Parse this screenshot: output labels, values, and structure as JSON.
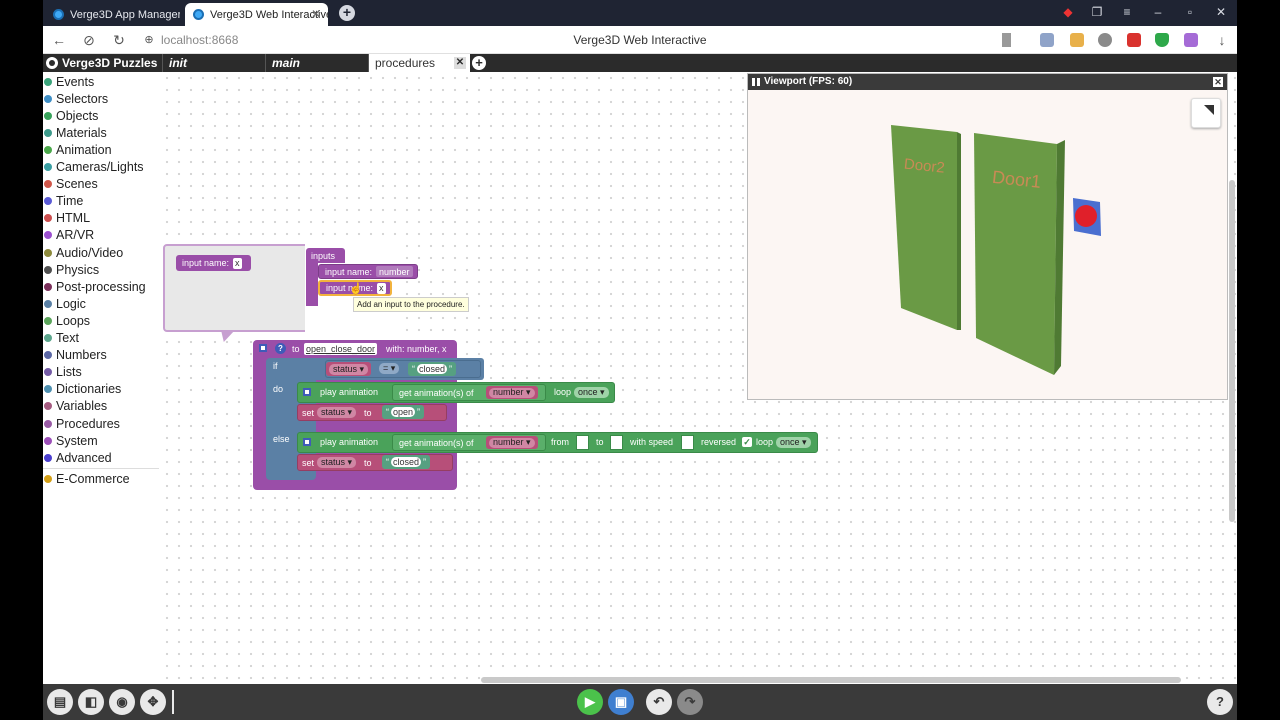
{
  "browser": {
    "tabs": [
      {
        "title": "Verge3D App Manager"
      },
      {
        "title": "Verge3D Web Interactive"
      }
    ],
    "url": "localhost:8668",
    "page_title": "Verge3D Web Interactive"
  },
  "puzzles": {
    "brand": "Verge3D Puzzles",
    "tabs": [
      "init",
      "main",
      "procedures"
    ],
    "active_tab": "procedures"
  },
  "toolbox": {
    "categories": [
      {
        "label": "Events",
        "color": "#3aa37a"
      },
      {
        "label": "Selectors",
        "color": "#3f8fc6"
      },
      {
        "label": "Objects",
        "color": "#37a25a"
      },
      {
        "label": "Materials",
        "color": "#3d9a8b"
      },
      {
        "label": "Animation",
        "color": "#4aa84a"
      },
      {
        "label": "Cameras/Lights",
        "color": "#3a9fa3"
      },
      {
        "label": "Scenes",
        "color": "#d0574a"
      },
      {
        "label": "Time",
        "color": "#5b5bd6"
      },
      {
        "label": "HTML",
        "color": "#cc4e4e"
      },
      {
        "label": "AR/VR",
        "color": "#9b4fcf"
      },
      {
        "label": "Audio/Video",
        "color": "#8d8a3c"
      },
      {
        "label": "Physics",
        "color": "#4f4f4f"
      },
      {
        "label": "Post-processing",
        "color": "#7a2f5a"
      },
      {
        "label": "Logic",
        "color": "#5a80a5"
      },
      {
        "label": "Loops",
        "color": "#5ba55b"
      },
      {
        "label": "Text",
        "color": "#5ba58c"
      },
      {
        "label": "Numbers",
        "color": "#5b67a5"
      },
      {
        "label": "Lists",
        "color": "#745ba5"
      },
      {
        "label": "Dictionaries",
        "color": "#4e90b0"
      },
      {
        "label": "Variables",
        "color": "#a55b80"
      },
      {
        "label": "Procedures",
        "color": "#995ba5"
      },
      {
        "label": "System",
        "color": "#9c4fb8"
      },
      {
        "label": "Advanced",
        "color": "#4b3fcf"
      }
    ],
    "extra": {
      "label": "E-Commerce",
      "color": "#d4a017"
    }
  },
  "mutator": {
    "left_item": "input name:",
    "left_item_value": "x",
    "container": "inputs",
    "inputs": [
      {
        "label": "input name:",
        "value": "number"
      },
      {
        "label": "input name:",
        "value": "x"
      }
    ],
    "tooltip": "Add an input to the procedure."
  },
  "procedure": {
    "help": "?",
    "to": "to",
    "name": "open_close_door",
    "with": "with: number, x",
    "if": "if",
    "do": "do",
    "else": "else",
    "cond_var": "status",
    "cond_op": "=",
    "cond_value": "closed",
    "play1": {
      "label": "play animation",
      "get": "get animation(s) of",
      "obj": "number",
      "loop_label": "loop",
      "loop_value": "once"
    },
    "set1": {
      "label": "set",
      "var": "status",
      "to": "to",
      "value": "open"
    },
    "play2": {
      "label": "play animation",
      "get": "get animation(s) of",
      "obj": "number",
      "from": "from",
      "to": "to",
      "speed": "with speed",
      "reversed": "reversed",
      "loop_label": "loop",
      "loop_value": "once"
    },
    "set2": {
      "label": "set",
      "var": "status",
      "to": "to",
      "value": "closed"
    }
  },
  "viewport": {
    "title": "Viewport (FPS: 60)",
    "door2": "Door2",
    "door1": "Door1"
  },
  "colors": {
    "procedure": "#9a4ea8",
    "logic": "#5b80a5",
    "animation": "#4aa25a",
    "variables": "#b74f79",
    "text": "#56a081",
    "door": "#6a9a45"
  }
}
